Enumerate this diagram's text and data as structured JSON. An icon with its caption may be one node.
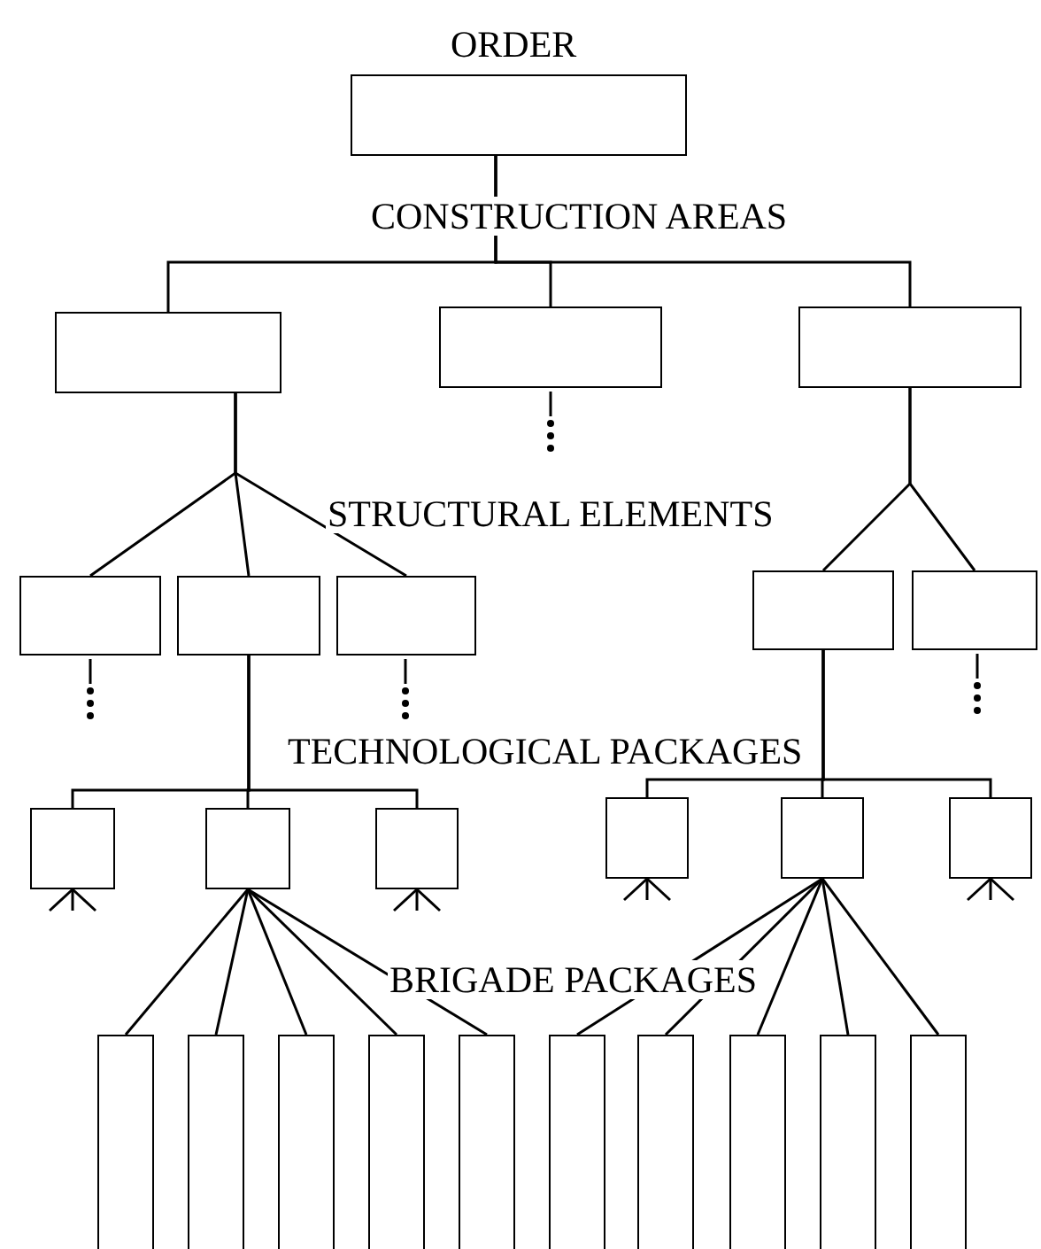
{
  "diagram": {
    "nodes": [
      {
        "text": [],
        "shape": "box"
      },
      {
        "text": [],
        "shape": "box"
      },
      {
        "text": [],
        "shape": "box"
      },
      {
        "text": [],
        "shape": "box"
      },
      {
        "text": [],
        "shape": "box"
      },
      {
        "text": [],
        "shape": "box"
      },
      {
        "text": [],
        "shape": "box"
      },
      {
        "text": [],
        "shape": "box"
      },
      {
        "text": [],
        "shape": "box"
      },
      {
        "text": [],
        "shape": "box"
      },
      {
        "text": [],
        "shape": "box"
      },
      {
        "text": [],
        "shape": "box"
      },
      {
        "text": [],
        "shape": "box"
      },
      {
        "text": [],
        "shape": "box"
      },
      {
        "text": [],
        "shape": "box"
      },
      {
        "text": [],
        "shape": "bar"
      },
      {
        "text": [],
        "shape": "bar"
      },
      {
        "text": [],
        "shape": "bar"
      },
      {
        "text": [],
        "shape": "bar"
      },
      {
        "text": [],
        "shape": "bar"
      },
      {
        "text": [],
        "shape": "bar"
      },
      {
        "text": [],
        "shape": "bar"
      },
      {
        "text": [],
        "shape": "bar"
      },
      {
        "text": [],
        "shape": "bar"
      },
      {
        "text": [],
        "shape": "bar"
      }
    ],
    "edges": [
      {
        "from": 0,
        "to": 1,
        "arrow": "none"
      },
      {
        "from": 0,
        "to": 2,
        "arrow": "none"
      },
      {
        "from": 0,
        "to": 3,
        "arrow": "none"
      },
      {
        "from": 1,
        "to": 4,
        "arrow": "none"
      },
      {
        "from": 1,
        "to": 5,
        "arrow": "none"
      },
      {
        "from": 1,
        "to": 6,
        "arrow": "none"
      },
      {
        "from": 3,
        "to": 7,
        "arrow": "none"
      },
      {
        "from": 3,
        "to": 8,
        "arrow": "none"
      },
      {
        "from": 5,
        "to": 9,
        "arrow": "none"
      },
      {
        "from": 5,
        "to": 10,
        "arrow": "none"
      },
      {
        "from": 5,
        "to": 11,
        "arrow": "none"
      },
      {
        "from": 7,
        "to": 12,
        "arrow": "none"
      },
      {
        "from": 7,
        "to": 13,
        "arrow": "none"
      },
      {
        "from": 7,
        "to": 14,
        "arrow": "none"
      },
      {
        "from": 10,
        "to": 15,
        "arrow": "none"
      },
      {
        "from": 10,
        "to": 16,
        "arrow": "none"
      },
      {
        "from": 10,
        "to": 17,
        "arrow": "none"
      },
      {
        "from": 10,
        "to": 18,
        "arrow": "none"
      },
      {
        "from": 10,
        "to": 19,
        "arrow": "none"
      },
      {
        "from": 13,
        "to": 20,
        "arrow": "none"
      },
      {
        "from": 13,
        "to": 21,
        "arrow": "none"
      },
      {
        "from": 13,
        "to": 22,
        "arrow": "none"
      },
      {
        "from": 13,
        "to": 23,
        "arrow": "none"
      },
      {
        "from": 13,
        "to": 24,
        "arrow": "none"
      }
    ],
    "labels": [
      "ORDER",
      "CONSTRUCTION AREAS",
      "STRUCTURAL ELEMENTS",
      "TECHNOLOGICAL PACKAGES",
      "BRIGADE PACKAGES"
    ]
  }
}
